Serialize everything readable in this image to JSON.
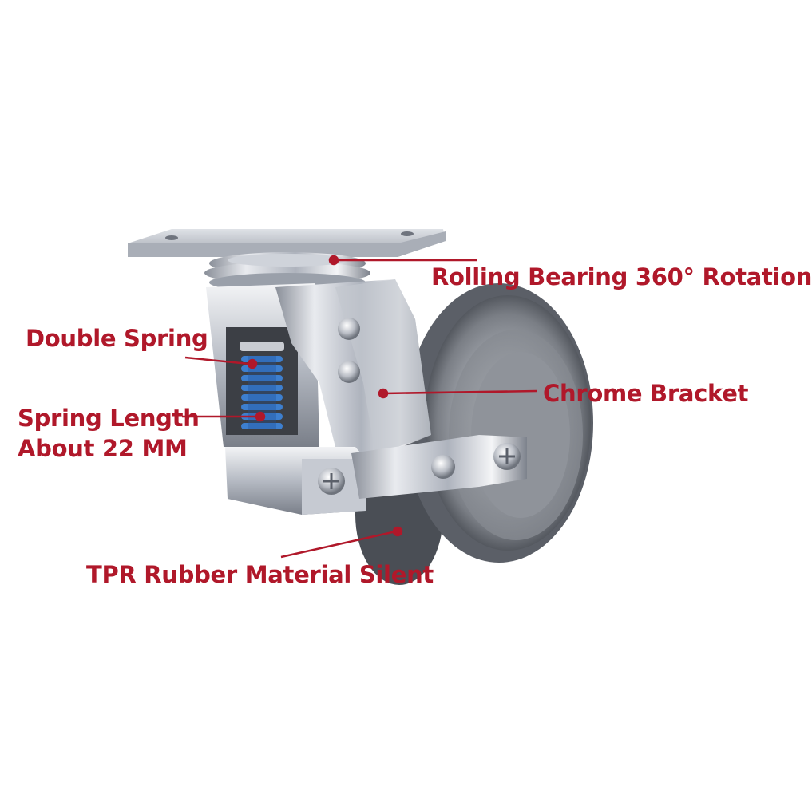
{
  "colors": {
    "label": "#b0182a",
    "chrome_light": "#eef0f4",
    "chrome_mid": "#b8bcc6",
    "chrome_dark": "#6b707c",
    "spring": "#3d7fcf",
    "wheel_tread": "#5d6169",
    "wheel_hub": "#8c9097"
  },
  "labels": {
    "bearing": "Rolling Bearing 360°  Rotation",
    "double_spring": "Double Spring",
    "spring_length_line1": "Spring Length",
    "spring_length_line2": "About 22 MM",
    "chrome_bracket": "Chrome Bracket",
    "tpr": "TPR Rubber Material Silent"
  }
}
